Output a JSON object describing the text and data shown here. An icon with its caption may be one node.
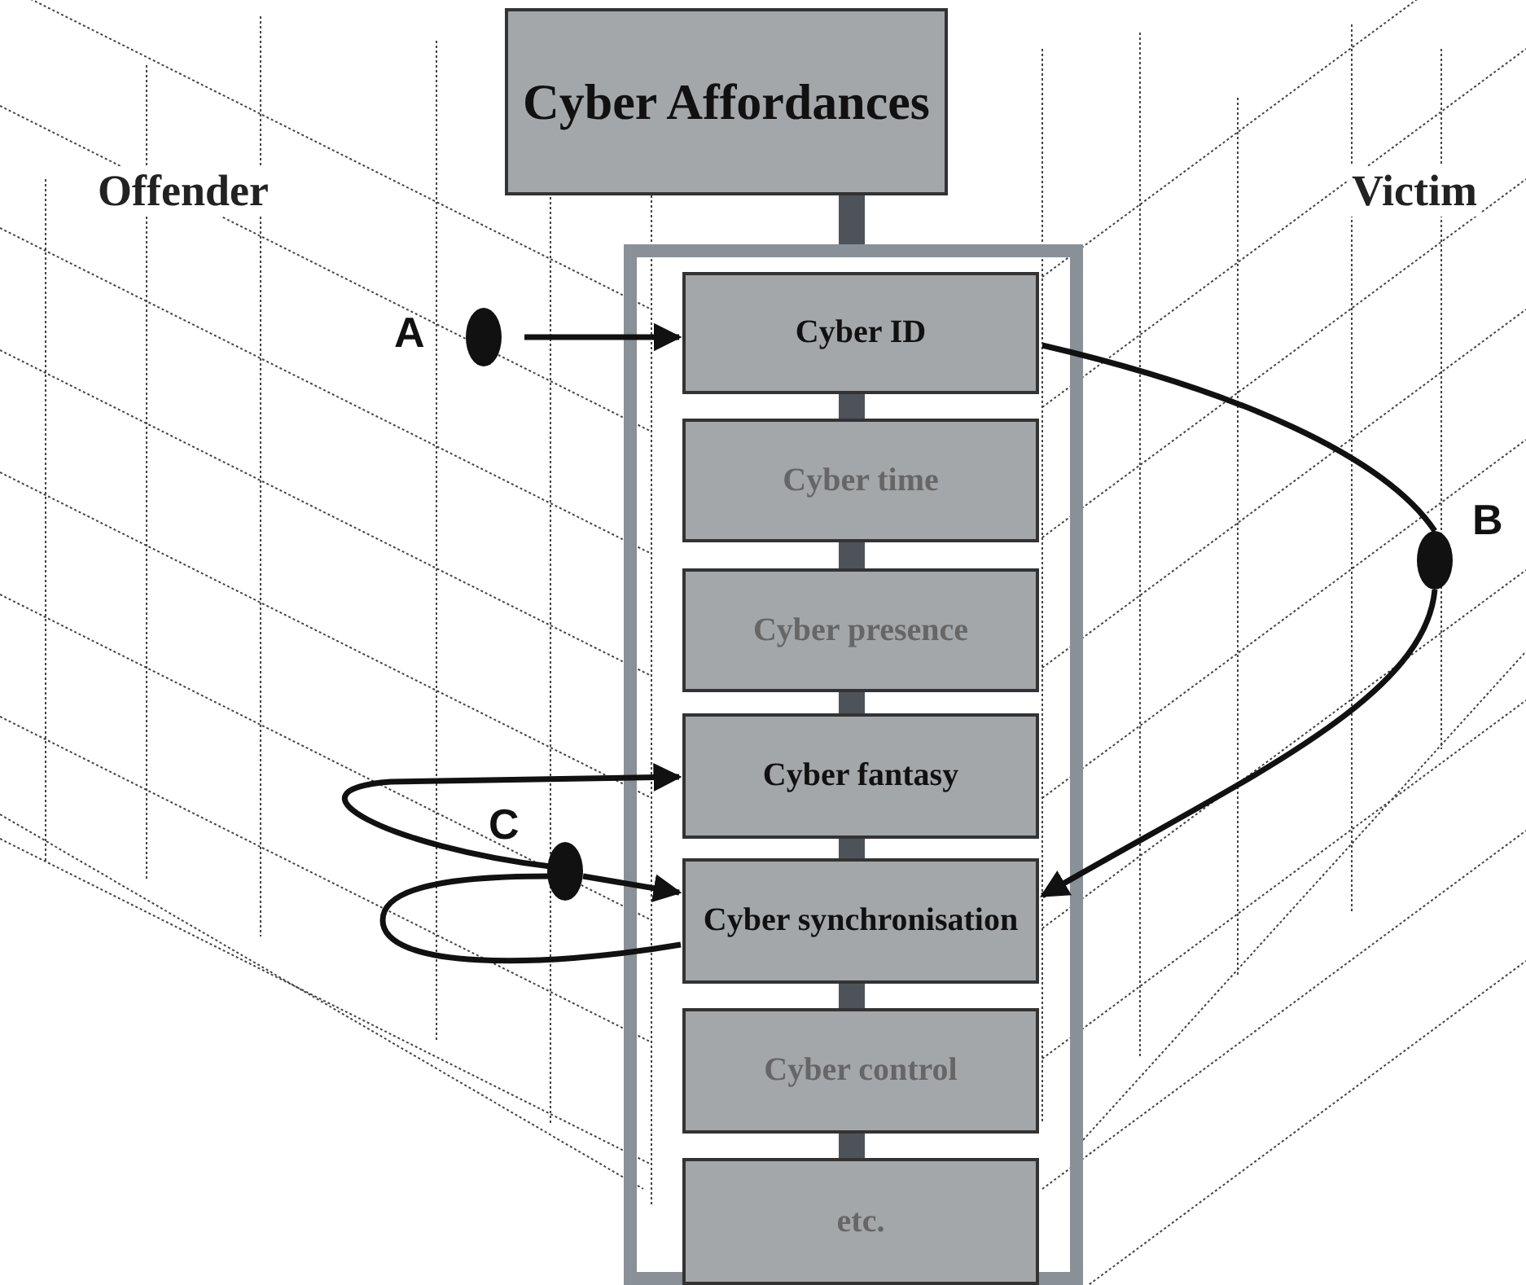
{
  "diagram": {
    "nodes": [
      {
        "text": [
          "Cyber Affordances"
        ]
      },
      {
        "text": [],
        "shape": "box"
      },
      {
        "text": [
          "Cyber ID"
        ],
        "in": 1
      },
      {
        "text": [
          "Cyber time"
        ],
        "in": 1
      },
      {
        "text": [
          "Cyber presence"
        ],
        "in": 1
      },
      {
        "text": [
          "Cyber fantasy"
        ],
        "in": 1
      },
      {
        "text": [
          "Cyber synchronisation"
        ],
        "in": 1
      },
      {
        "text": [
          "Cyber control"
        ],
        "in": 1
      },
      {
        "text": [
          "etc."
        ],
        "in": 1
      },
      {
        "text": [],
        "shape": "circle",
        "beside": [
          "A"
        ]
      },
      {
        "text": [],
        "shape": "circle",
        "beside": [
          "B"
        ]
      },
      {
        "text": [],
        "shape": "circle",
        "beside": [
          "C"
        ]
      }
    ],
    "edges": [
      {
        "from": 0,
        "to": 1,
        "arrow": "none",
        "color": "#4d5359"
      },
      {
        "from": 2,
        "to": 3,
        "arrow": "none",
        "color": "#4d5359"
      },
      {
        "from": 3,
        "to": 4,
        "arrow": "none",
        "color": "#4d5359"
      },
      {
        "from": 4,
        "to": 5,
        "arrow": "none",
        "color": "#4d5359"
      },
      {
        "from": 5,
        "to": 6,
        "arrow": "none",
        "color": "#4d5359"
      },
      {
        "from": 6,
        "to": 7,
        "arrow": "none",
        "color": "#4d5359"
      },
      {
        "from": 7,
        "to": 8,
        "arrow": "none",
        "color": "#4d5359"
      },
      {
        "from": 9,
        "to": 2,
        "arrow": "to"
      },
      {
        "from": 2,
        "to": 10,
        "arrow": "none"
      },
      {
        "from": 10,
        "to": 6,
        "arrow": "to"
      },
      {
        "from": 11,
        "to": 5,
        "arrow": "to"
      },
      {
        "from": 11,
        "to": 6,
        "arrow": "to"
      },
      {
        "from": 6,
        "to": 11,
        "arrow": "none"
      }
    ],
    "labels": [
      "Offender",
      "Victim"
    ]
  }
}
